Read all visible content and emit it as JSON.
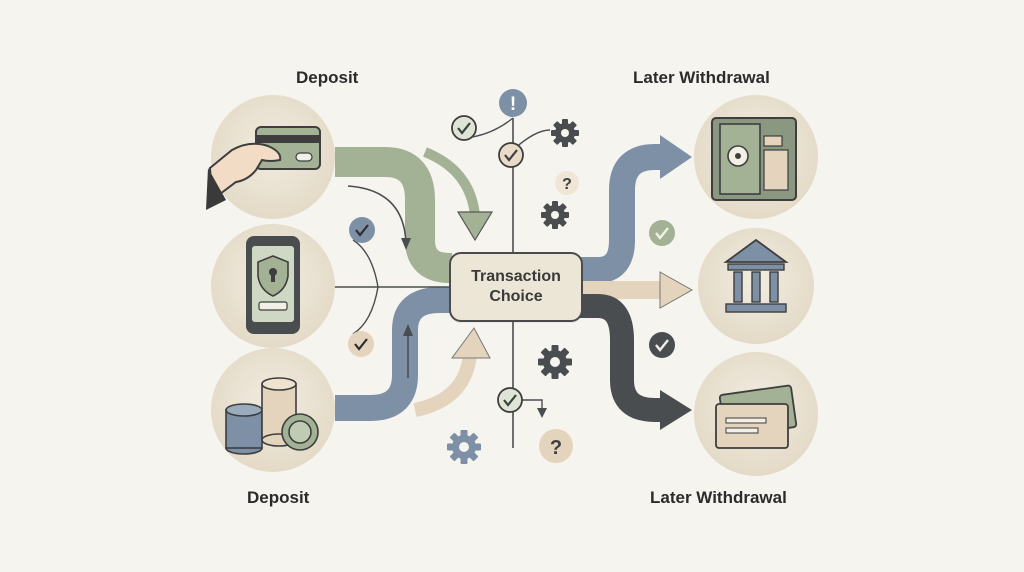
{
  "labels": {
    "top_left": "Deposit",
    "bottom_left": "Deposit",
    "top_right": "Later Withdrawal",
    "bottom_right": "Later Withdrawal"
  },
  "center": {
    "line1": "Transaction",
    "line2": "Choice"
  },
  "symbols": {
    "alert": "!",
    "question": "?"
  },
  "colors": {
    "background": "#f6f4ee",
    "sage": "#a3b295",
    "slate_blue": "#7d90a6",
    "beige": "#e4d4bd",
    "charcoal": "#4a4d50",
    "circle_bg": "#e9e2d3"
  }
}
